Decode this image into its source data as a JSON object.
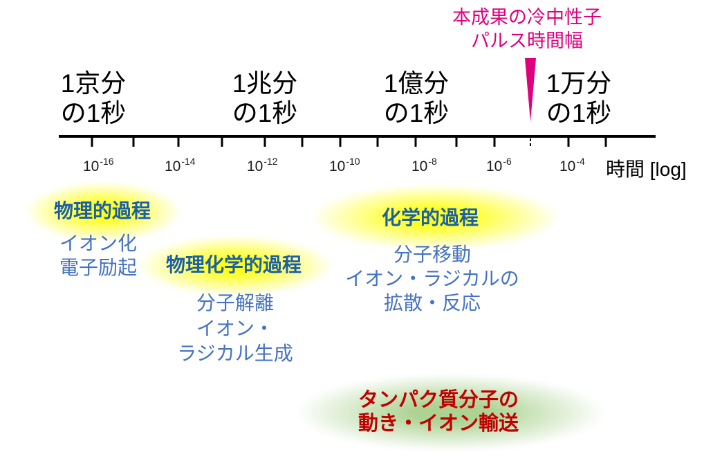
{
  "colors": {
    "pulse_marker": "#e0007e",
    "process_title": "#1a5fa8",
    "process_item": "#4472c4",
    "protein_text": "#c00000",
    "glow_yellow": "#ffff00",
    "glow_green": "#a9d18e",
    "axis": "#000000"
  },
  "pulse_label": {
    "line1": "本成果の冷中性子",
    "line2": "パルス時間幅"
  },
  "scale_labels": [
    {
      "line1": "1京分",
      "line2": "の1秒"
    },
    {
      "line1": "1兆分",
      "line2": "の1秒"
    },
    {
      "line1": "1億分",
      "line2": "の1秒"
    },
    {
      "line1": "1万分",
      "line2": "の1秒"
    }
  ],
  "axis": {
    "label": "時間 [log]",
    "ticks": [
      {
        "base": "10",
        "exp": "-16"
      },
      {
        "base": "10",
        "exp": "-14"
      },
      {
        "base": "10",
        "exp": "-12"
      },
      {
        "base": "10",
        "exp": "-10"
      },
      {
        "base": "10",
        "exp": "-8"
      },
      {
        "base": "10",
        "exp": "-6"
      },
      {
        "base": "10",
        "exp": "-4"
      }
    ]
  },
  "processes": {
    "physical": {
      "title": "物理的過程",
      "items": [
        "イオン化",
        "電子励起"
      ]
    },
    "physicochemical": {
      "title": "物理化学的過程",
      "items": [
        "分子解離",
        "イオン・",
        "ラジカル生成"
      ]
    },
    "chemical": {
      "title": "化学的過程",
      "items": [
        "分子移動",
        "イオン・ラジカルの",
        "拡散・反応"
      ]
    },
    "protein": {
      "lines": [
        "タンパク質分子の",
        "動き・イオン輸送"
      ]
    }
  }
}
